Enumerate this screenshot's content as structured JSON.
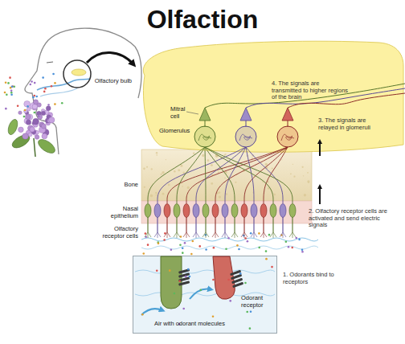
{
  "diagram": {
    "title": "Olfaction",
    "nodes": [
      {
        "text": [
          "Mitral cell",
          "Glomerulus",
          "4. The signals are transmitted to higher regions of the brain",
          "3. The signals are relayed in glomeruli"
        ]
      },
      {
        "text": [
          "Odorant receptor",
          "Air with odorant molecules"
        ]
      }
    ],
    "labels": [
      "Olfactory bulb",
      "Bone",
      "Nasal epithelium",
      "Olfactory receptor cells",
      "2. Olfactory receptor cells are activated and send electric signals",
      "1. Odorants bind to receptors"
    ]
  }
}
